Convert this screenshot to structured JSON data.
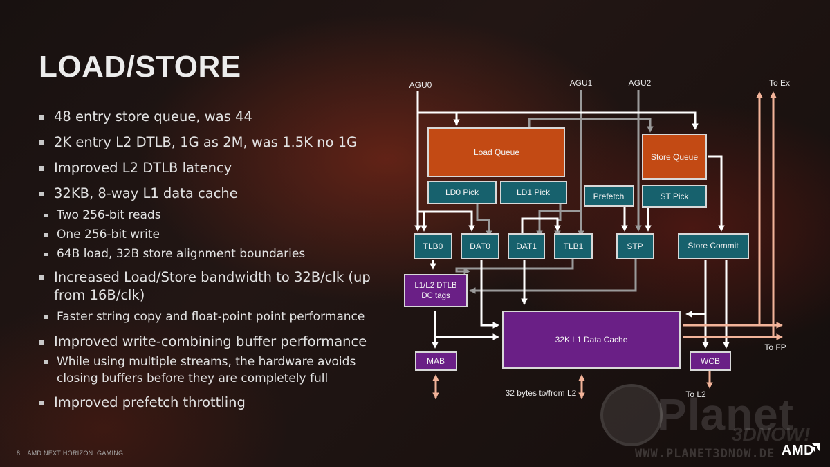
{
  "slide": {
    "title": "LOAD/STORE",
    "bullets": [
      {
        "level": 1,
        "text": "48 entry store queue, was 44"
      },
      {
        "level": 1,
        "text": "2K entry L2 DTLB, 1G as 2M, was 1.5K no 1G"
      },
      {
        "level": 1,
        "text": "Improved L2 DTLB latency"
      },
      {
        "level": 1,
        "text": "32KB, 8-way L1 data cache"
      },
      {
        "level": 2,
        "text": "Two 256-bit reads"
      },
      {
        "level": 2,
        "text": "One 256-bit write"
      },
      {
        "level": 2,
        "text": "64B load, 32B store alignment boundaries"
      },
      {
        "level": 1,
        "text": "Increased Load/Store bandwidth to 32B/clk (up from 16B/clk)"
      },
      {
        "level": 2,
        "text": "Faster string copy and float-point point performance"
      },
      {
        "level": 1,
        "text": "Improved write-combining buffer performance"
      },
      {
        "level": 2,
        "text": "While using multiple streams, the hardware avoids closing buffers before they are completely full"
      },
      {
        "level": 1,
        "text": "Improved prefetch throttling"
      }
    ],
    "footer": {
      "page": "8",
      "text": "AMD NEXT HORIZON: GAMING"
    }
  },
  "diagram": {
    "labels": {
      "agu0": "AGU0",
      "agu1": "AGU1",
      "agu2": "AGU2",
      "to_ex": "To Ex",
      "to_fp": "To FP",
      "to_l2": "To L2",
      "l2_bytes": "32 bytes to/from L2"
    },
    "blocks": {
      "load_queue": "Load Queue",
      "store_queue": "Store Queue",
      "ld0_pick": "LD0 Pick",
      "ld1_pick": "LD1 Pick",
      "prefetch": "Prefetch",
      "st_pick": "ST Pick",
      "tlb0": "TLB0",
      "dat0": "DAT0",
      "dat1": "DAT1",
      "tlb1": "TLB1",
      "stp": "STP",
      "store_commit": "Store Commit",
      "dtlb_tags": "L1/L2 DTLB\nDC tags",
      "l1_data_cache": "32K L1 Data Cache",
      "mab": "MAB",
      "wcb": "WCB"
    },
    "colors": {
      "orange": "#c34a14",
      "teal": "#17616d",
      "purple": "#6a1f86",
      "white_arrow": "#ffffff",
      "grey_arrow": "#9a9a9a",
      "peach_arrow": "#f2b399"
    }
  },
  "watermark": {
    "name": "Planet",
    "sub": "3DNOW!",
    "url": "WWW.PLANET3DNOW.DE"
  },
  "brand": {
    "logo_text": "AMD"
  }
}
